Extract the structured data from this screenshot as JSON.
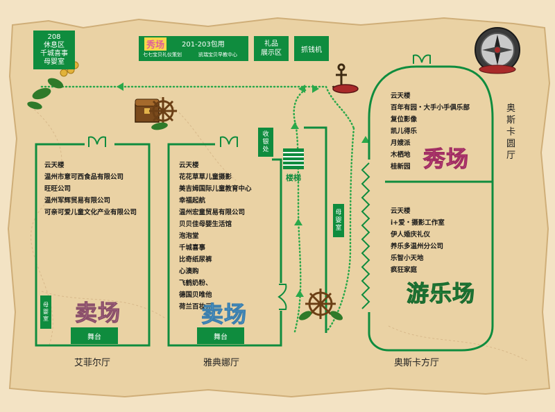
{
  "colors": {
    "parchment": "#f3e3c4",
    "green": "#0f8c3e",
    "path_dot": "#2aa84a",
    "pink": "#e0609a",
    "blue": "#6fb3e0",
    "sale_purple": "#c98aa3"
  },
  "top_left_box": {
    "line1": "208",
    "line2": "休息区",
    "line3": "千城喜事",
    "line4": "母婴室"
  },
  "show_banner": {
    "badge": "秀场",
    "rooms": "201-203包用",
    "left_org": "七七宝贝礼仪策划",
    "right_org": "凯瑞宝贝早教中心"
  },
  "gift_area": {
    "line1": "礼品",
    "line2": "展示区"
  },
  "claw_machine": "抓钱机",
  "oscar_round_hall": "奥斯卡圆厅",
  "cashier": "收银处",
  "stairs": "楼梯",
  "nursing_room_mid": "母婴室",
  "nursing_room_left": "母婴室",
  "stage_left": "舞台",
  "stage_mid": "舞台",
  "hall_left": {
    "name": "艾菲尔厅",
    "zone": "卖场",
    "exhibitors": [
      "云天楼",
      "温州市意可西食品有限公司",
      "旺旺公司",
      "温州军辉贸易有限公司",
      "可亲可爱儿童文化产业有限公司"
    ]
  },
  "hall_mid": {
    "name": "雅典娜厅",
    "zone": "卖场",
    "exhibitors": [
      "云天楼",
      "花花草草儿童摄影",
      "美吉姆国际儿童教育中心",
      "幸福起航",
      "温州宏童贸易有限公司",
      "贝贝佳母婴生活馆",
      "泡泡堂",
      "千城喜事",
      "比奇纸尿裤",
      "心澳购",
      "飞鹤奶粉、",
      "德国贝唯他",
      "荷兰百妆元"
    ]
  },
  "hall_right": {
    "name": "奥斯卡方厅",
    "zone_top": "秀场",
    "zone_bottom": "游乐场",
    "exhibitors_top": [
      "云天楼",
      "百年有园・大手小手俱乐部",
      "复位影像",
      "凯儿得乐",
      "月嫂派",
      "木栖地",
      "桂新园"
    ],
    "exhibitors_bottom": [
      "云天楼",
      "i+爱・摄影工作室",
      "伊人婚庆礼仪",
      "养乐多温州分公司",
      "乐智小天地",
      "疯狂家庭"
    ]
  }
}
